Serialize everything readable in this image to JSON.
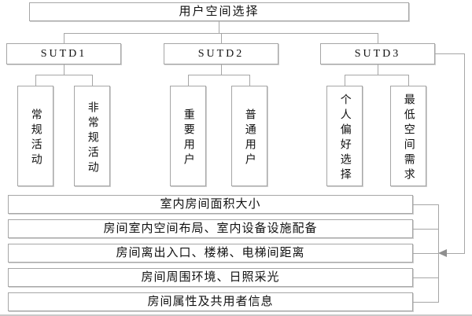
{
  "title": "用户空间选择",
  "groups": [
    {
      "label": "SUTD1",
      "children": [
        "常规活动",
        "非常规活动"
      ]
    },
    {
      "label": "SUTD2",
      "children": [
        "重要用户",
        "普通用户"
      ]
    },
    {
      "label": "SUTD3",
      "children": [
        "个人偏好选择",
        "最低空间需求"
      ]
    }
  ],
  "criteria": {
    "rows": [
      "室内房间面积大小",
      "房间室内空间布局、室内设备设施配备",
      "房间离出入口、楼梯、电梯间距离",
      "房间周围环境、日照采光",
      "房间属性及共用者信息"
    ]
  },
  "colors": {
    "line": "#a6a6a6",
    "text": "#111111",
    "background": "#ffffff"
  }
}
